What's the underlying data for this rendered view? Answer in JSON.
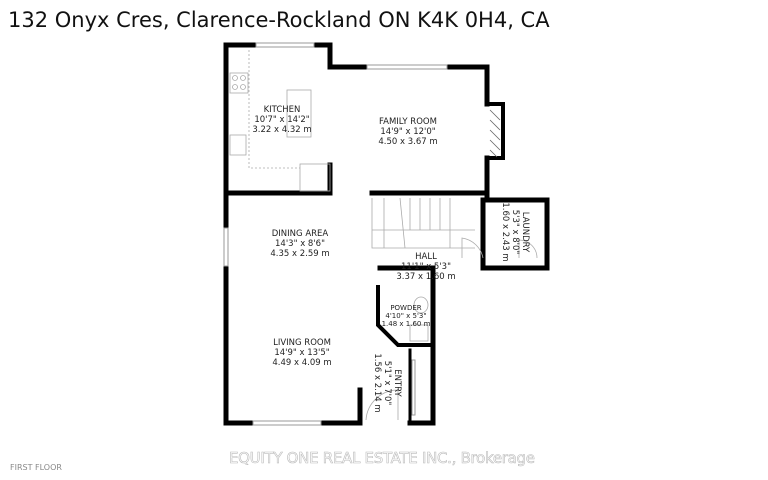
{
  "title": "132 Onyx Cres, Clarence-Rockland ON K4K 0H4, CA",
  "floor_label": "FIRST FLOOR",
  "watermark": "EQUITY ONE REAL ESTATE INC., Brokerage",
  "rooms": [
    {
      "name": "KITCHEN",
      "imperial": "10'7\" x 14'2\"",
      "metric": "3.22 x 4.32 m"
    },
    {
      "name": "FAMILY ROOM",
      "imperial": "14'9\" x 12'0\"",
      "metric": "4.50 x 3.67 m"
    },
    {
      "name": "DINING AREA",
      "imperial": "14'3\" x 8'6\"",
      "metric": "4.35 x 2.59 m"
    },
    {
      "name": "HALL",
      "imperial": "11'1\" x 5'3\"",
      "metric": "3.37 x 1.60 m"
    },
    {
      "name": "LAUNDRY",
      "imperial": "5'3\" x 8'0\"",
      "metric": "1.60 x 2.43 m"
    },
    {
      "name": "POWDER",
      "imperial": "4'10\" x 5'3\"",
      "metric": "1.48 x 1.60 m"
    },
    {
      "name": "LIVING ROOM",
      "imperial": "14'9\" x 13'5\"",
      "metric": "4.49 x 4.09 m"
    },
    {
      "name": "ENTRY",
      "imperial": "5'1\" x 7'0\"",
      "metric": "1.56 x 2.14 m"
    }
  ]
}
